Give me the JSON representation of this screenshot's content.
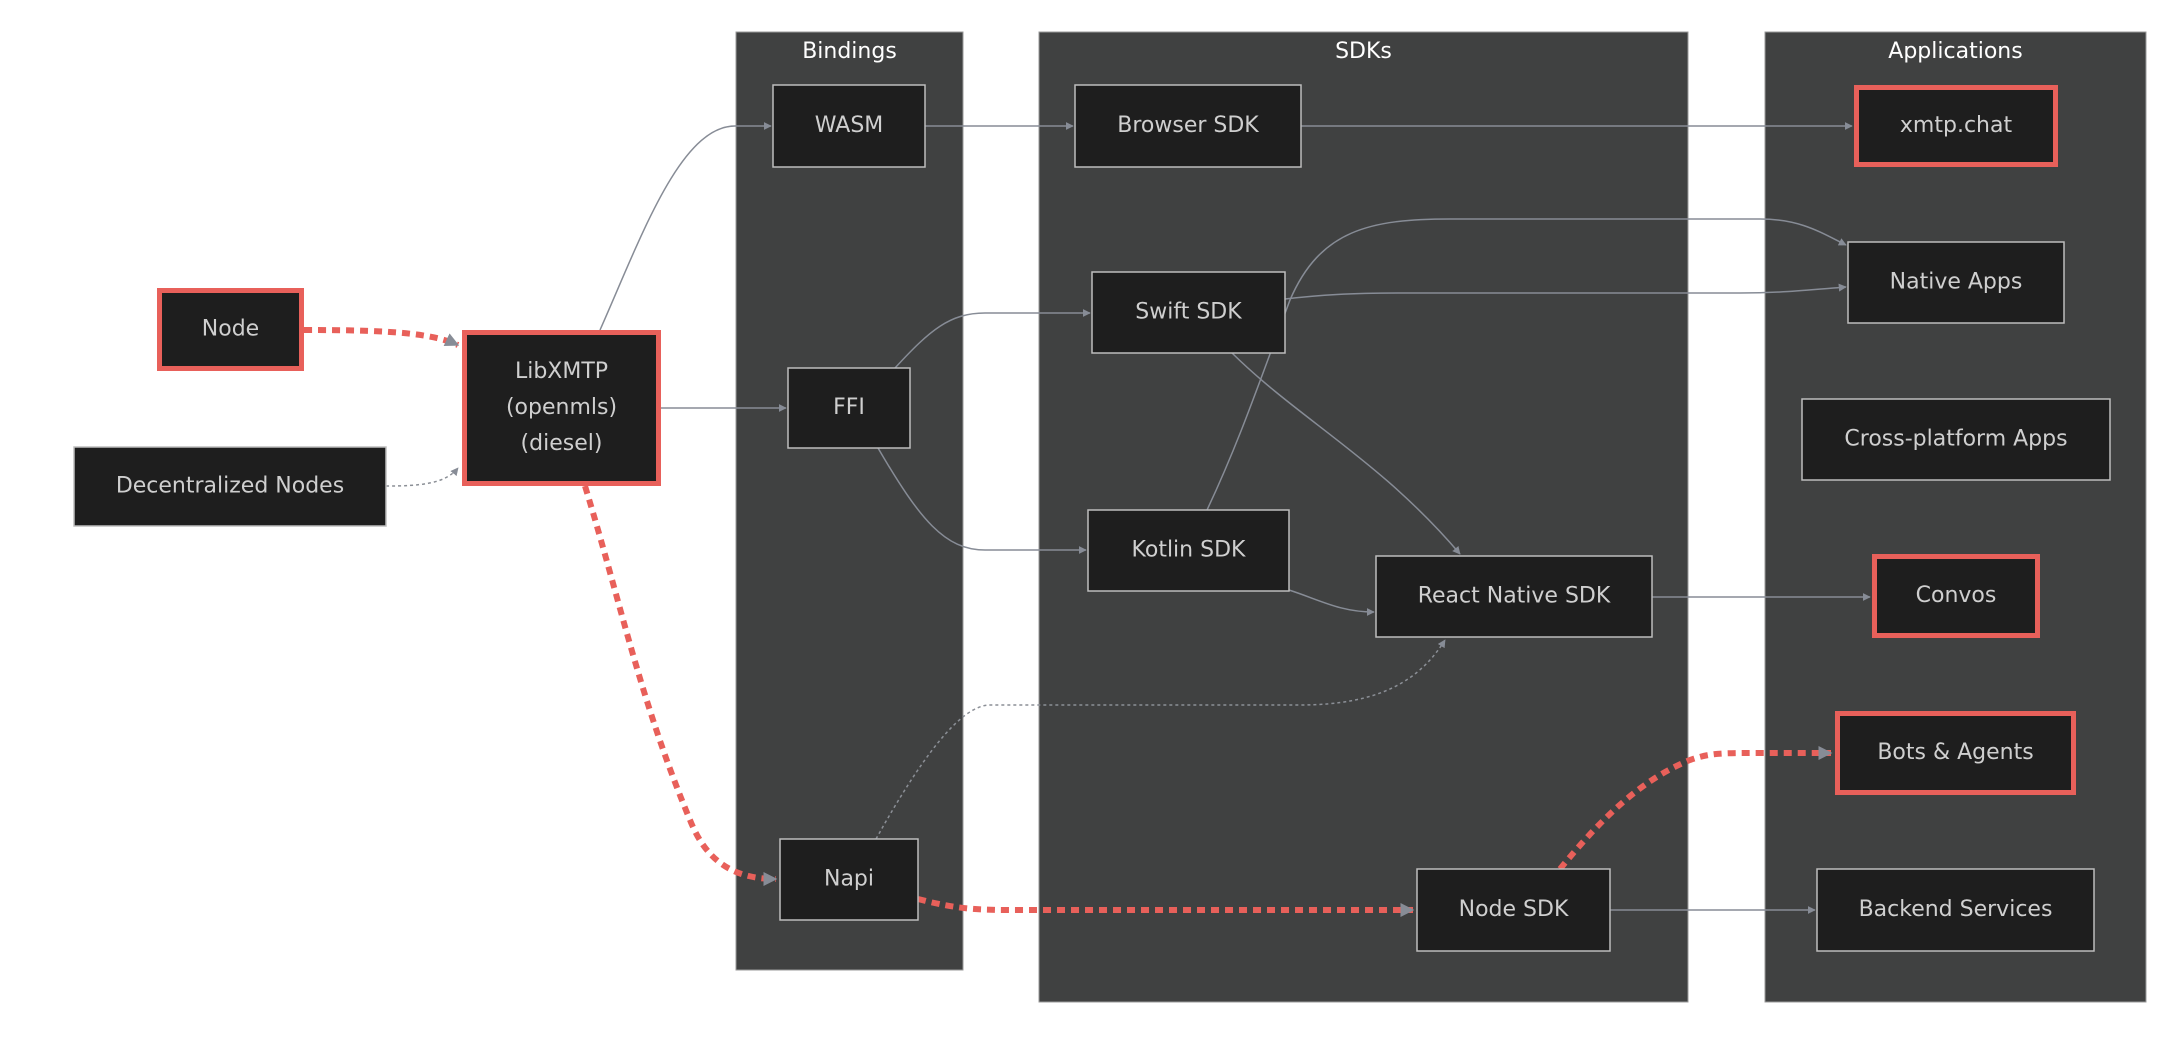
{
  "colors": {
    "cluster_fill": "#404141",
    "node_fill": "#1e1e1e",
    "node_border": "#bdbdbd",
    "highlight": "#e8605a",
    "edge": "#878c96",
    "text": "#cfcfcf"
  },
  "clusters": [
    {
      "id": "bindings",
      "title": "Bindings"
    },
    {
      "id": "sdks",
      "title": "SDKs"
    },
    {
      "id": "applications",
      "title": "Applications"
    }
  ],
  "nodes": [
    {
      "id": "node",
      "label": [
        "Node"
      ],
      "highlighted": true
    },
    {
      "id": "decentralized-nodes",
      "label": [
        "Decentralized Nodes"
      ],
      "highlighted": false
    },
    {
      "id": "libxmtp",
      "label": [
        "LibXMTP",
        "(openmls)",
        "(diesel)"
      ],
      "highlighted": true
    },
    {
      "id": "wasm",
      "label": [
        "WASM"
      ],
      "highlighted": false,
      "cluster": "bindings"
    },
    {
      "id": "ffi",
      "label": [
        "FFI"
      ],
      "highlighted": false,
      "cluster": "bindings"
    },
    {
      "id": "napi",
      "label": [
        "Napi"
      ],
      "highlighted": false,
      "cluster": "bindings"
    },
    {
      "id": "browser-sdk",
      "label": [
        "Browser SDK"
      ],
      "highlighted": false,
      "cluster": "sdks"
    },
    {
      "id": "swift-sdk",
      "label": [
        "Swift SDK"
      ],
      "highlighted": false,
      "cluster": "sdks"
    },
    {
      "id": "kotlin-sdk",
      "label": [
        "Kotlin SDK"
      ],
      "highlighted": false,
      "cluster": "sdks"
    },
    {
      "id": "react-native-sdk",
      "label": [
        "React Native SDK"
      ],
      "highlighted": false,
      "cluster": "sdks"
    },
    {
      "id": "node-sdk",
      "label": [
        "Node SDK"
      ],
      "highlighted": false,
      "cluster": "sdks"
    },
    {
      "id": "xmtp-chat",
      "label": [
        "xmtp.chat"
      ],
      "highlighted": true,
      "cluster": "applications"
    },
    {
      "id": "native-apps",
      "label": [
        "Native Apps"
      ],
      "highlighted": false,
      "cluster": "applications"
    },
    {
      "id": "cross-platform-apps",
      "label": [
        "Cross-platform Apps"
      ],
      "highlighted": false,
      "cluster": "applications"
    },
    {
      "id": "convos",
      "label": [
        "Convos"
      ],
      "highlighted": true,
      "cluster": "applications"
    },
    {
      "id": "bots-agents",
      "label": [
        "Bots & Agents"
      ],
      "highlighted": true,
      "cluster": "applications"
    },
    {
      "id": "backend-services",
      "label": [
        "Backend Services"
      ],
      "highlighted": false,
      "cluster": "applications"
    }
  ],
  "edges": [
    {
      "from": "node",
      "to": "libxmtp",
      "style": "highlight-dotted"
    },
    {
      "from": "decentralized-nodes",
      "to": "libxmtp",
      "style": "dotted"
    },
    {
      "from": "libxmtp",
      "to": "wasm",
      "style": "solid"
    },
    {
      "from": "libxmtp",
      "to": "ffi",
      "style": "solid"
    },
    {
      "from": "libxmtp",
      "to": "napi",
      "style": "highlight-dotted"
    },
    {
      "from": "wasm",
      "to": "browser-sdk",
      "style": "solid"
    },
    {
      "from": "ffi",
      "to": "swift-sdk",
      "style": "solid"
    },
    {
      "from": "ffi",
      "to": "kotlin-sdk",
      "style": "solid"
    },
    {
      "from": "napi",
      "to": "node-sdk",
      "style": "highlight-dotted"
    },
    {
      "from": "napi",
      "to": "react-native-sdk",
      "style": "dotted"
    },
    {
      "from": "browser-sdk",
      "to": "xmtp-chat",
      "style": "solid"
    },
    {
      "from": "swift-sdk",
      "to": "native-apps",
      "style": "solid"
    },
    {
      "from": "kotlin-sdk",
      "to": "native-apps",
      "style": "solid"
    },
    {
      "from": "swift-sdk",
      "to": "react-native-sdk",
      "style": "solid"
    },
    {
      "from": "kotlin-sdk",
      "to": "react-native-sdk",
      "style": "solid"
    },
    {
      "from": "react-native-sdk",
      "to": "convos",
      "style": "solid"
    },
    {
      "from": "node-sdk",
      "to": "bots-agents",
      "style": "highlight-dotted"
    },
    {
      "from": "node-sdk",
      "to": "backend-services",
      "style": "solid"
    }
  ]
}
